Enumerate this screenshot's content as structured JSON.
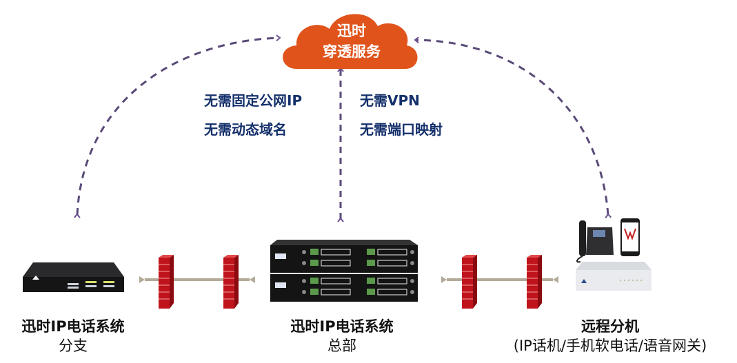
{
  "cloud": {
    "line1": "迅时",
    "line2": "穿透服务",
    "color": "#e0541c"
  },
  "features": {
    "left": [
      "无需固定公网IP",
      "无需动态域名"
    ],
    "right": [
      "无需VPN",
      "无需端口映射"
    ],
    "color": "#14306b"
  },
  "nodes": {
    "branch": {
      "title": "迅时IP电话系统",
      "subtitle": "分支"
    },
    "hq": {
      "title": "迅时IP电话系统",
      "subtitle": "总部"
    },
    "remote": {
      "title": "远程分机",
      "subtitle": "(IP话机/手机软电话/语音网关)"
    }
  },
  "colors": {
    "dashed_link": "#5a4a78",
    "firewall": "#c0141c",
    "lan_arrow": "#b3aa98"
  }
}
